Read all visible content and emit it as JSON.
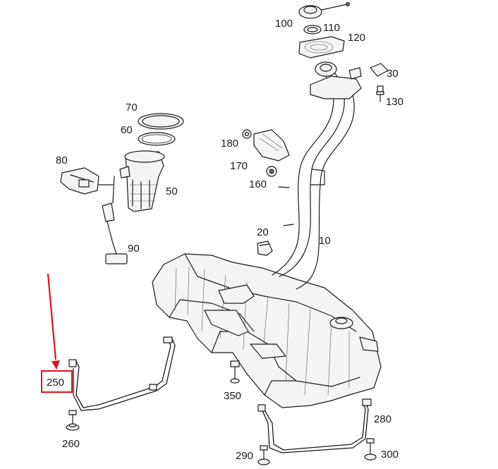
{
  "diagram": {
    "callouts": [
      "100",
      "110",
      "120",
      "30",
      "130",
      "70",
      "60",
      "80",
      "50",
      "180",
      "170",
      "160",
      "20",
      "10",
      "90",
      "250",
      "350",
      "260",
      "280",
      "290",
      "300"
    ],
    "highlighted_callout": "250",
    "highlight_color": "#e1121a",
    "line_color": "#1a1a1a"
  }
}
